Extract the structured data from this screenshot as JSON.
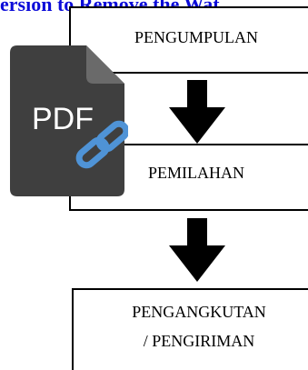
{
  "watermark": {
    "text": "ersion to Remove the Wat",
    "color": "#0b0bd9"
  },
  "flow": {
    "steps": [
      {
        "label": "PENGUMPULAN"
      },
      {
        "label": "PEMILAHAN"
      },
      {
        "label_line1": "PENGANGKUTAN",
        "label_line2": "/ PENGIRIMAN"
      }
    ]
  },
  "badge": {
    "text": "PDF",
    "icon": "pdf-link-icon",
    "colors": {
      "body": "#3f3f3f",
      "fold": "#6a6a6a",
      "link": "#4f93d6"
    }
  }
}
